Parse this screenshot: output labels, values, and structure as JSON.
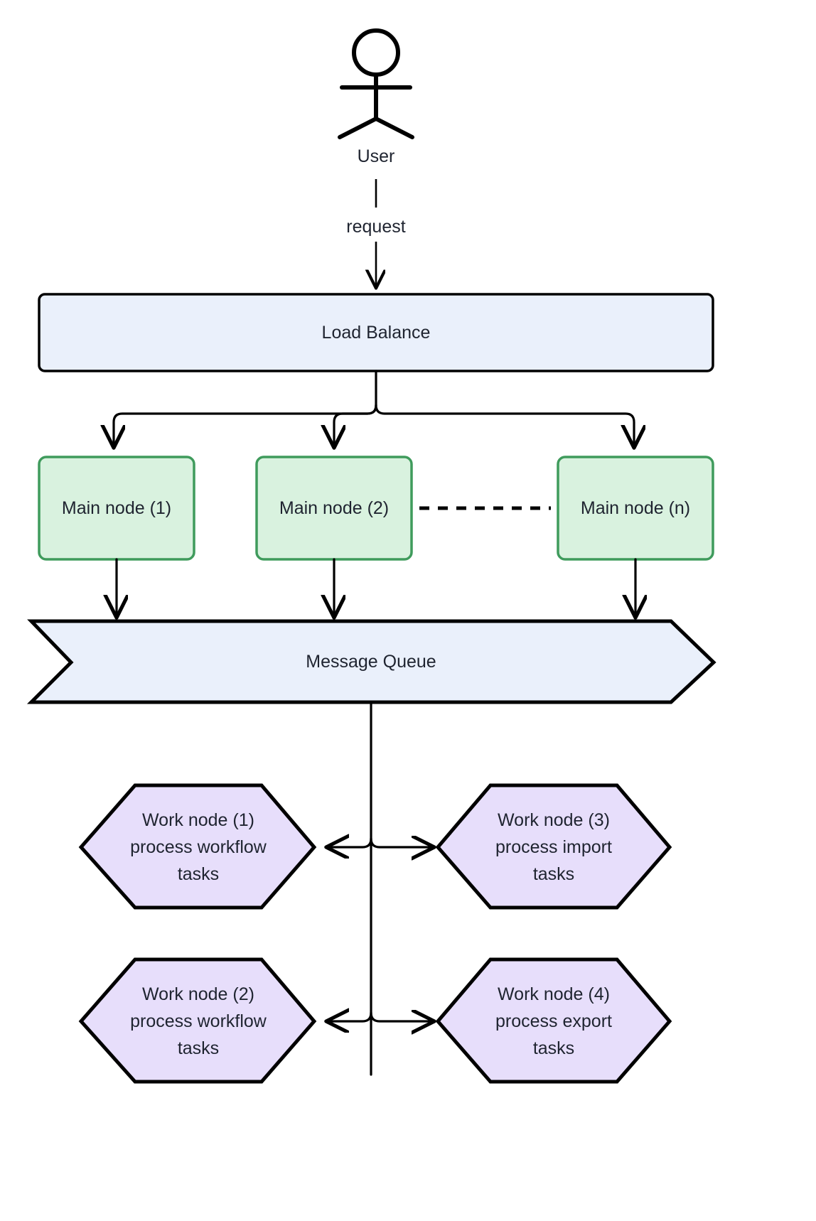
{
  "diagram": {
    "title": "System architecture: load balanced main nodes with message queue and work nodes",
    "background": "#ffffff",
    "stroke_color": "#000000",
    "text_color": "#1f2430"
  },
  "actor": {
    "label": "User",
    "icon": "stick-figure-actor-icon"
  },
  "edges": {
    "request_label": "request"
  },
  "load_balance": {
    "label": "Load Balance",
    "fill": "#eaf0fb",
    "stroke": "#000000"
  },
  "main_nodes": [
    {
      "label": "Main node (1)",
      "fill": "#d9f2df",
      "stroke": "#3f9b5c"
    },
    {
      "label": "Main node (2)",
      "fill": "#d9f2df",
      "stroke": "#3f9b5c"
    },
    {
      "label": "Main node (n)",
      "fill": "#d9f2df",
      "stroke": "#3f9b5c"
    }
  ],
  "message_queue": {
    "label": "Message Queue",
    "fill": "#eaf0fb",
    "stroke": "#000000"
  },
  "work_nodes": [
    {
      "label": "Work node (1)\nprocess workflow\ntasks",
      "fill": "#e7defb",
      "stroke": "#000000"
    },
    {
      "label": "Work node (3)\nprocess import\ntasks",
      "fill": "#e7defb",
      "stroke": "#000000"
    },
    {
      "label": "Work node (2)\nprocess workflow\ntasks",
      "fill": "#e7defb",
      "stroke": "#000000"
    },
    {
      "label": "Work node (4)\nprocess export\ntasks",
      "fill": "#e7defb",
      "stroke": "#000000"
    }
  ]
}
